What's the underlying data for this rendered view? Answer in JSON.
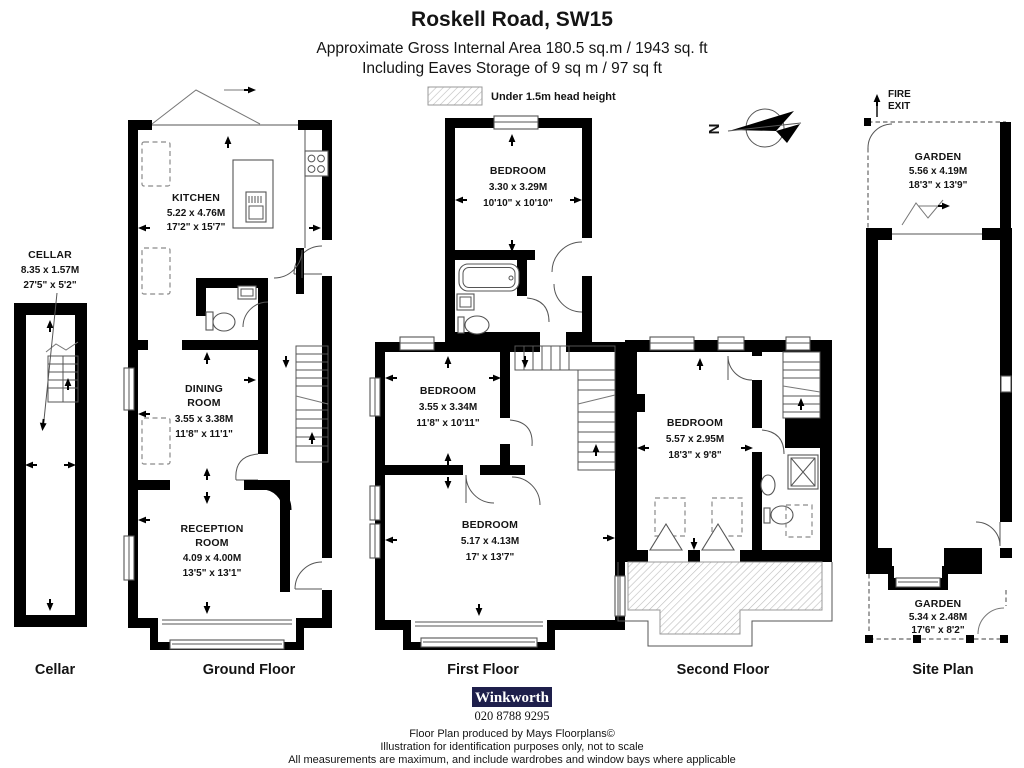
{
  "header": {
    "title": "Roskell Road, SW15",
    "area_line": "Approximate Gross Internal Area 180.5 sq.m  /  1943 sq. ft",
    "eaves_line": "Including Eaves Storage of  9 sq m  /  97 sq ft",
    "legend_label": "Under 1.5m head height"
  },
  "compass": {
    "north": "N"
  },
  "cellar": {
    "floor_label": "Cellar",
    "room": {
      "name": "CELLAR",
      "metric": "8.35 x 1.57M",
      "imperial": "27'5\" x 5'2\""
    }
  },
  "ground": {
    "floor_label": "Ground Floor",
    "kitchen": {
      "name": "KITCHEN",
      "metric": "5.22 x 4.76M",
      "imperial": "17'2\" x 15'7\""
    },
    "dining": {
      "line1": "DINING",
      "line2": "ROOM",
      "metric": "3.55 x 3.38M",
      "imperial": "11'8\" x 11'1\""
    },
    "reception": {
      "line1": "RECEPTION",
      "line2": "ROOM",
      "metric": "4.09 x 4.00M",
      "imperial": "13'5\" x 13'1\""
    }
  },
  "first": {
    "floor_label": "First Floor",
    "bedroom_top": {
      "name": "BEDROOM",
      "metric": "3.30 x 3.29M",
      "imperial": "10'10\" x 10'10\""
    },
    "bedroom_mid": {
      "name": "BEDROOM",
      "metric": "3.55 x 3.34M",
      "imperial": "11'8\" x 10'11\""
    },
    "bedroom_front": {
      "name": "BEDROOM",
      "metric": "5.17 x 4.13M",
      "imperial": "17' x 13'7\""
    }
  },
  "second": {
    "floor_label": "Second Floor",
    "bedroom": {
      "name": "BEDROOM",
      "metric": "5.57 x 2.95M",
      "imperial": "18'3\" x 9'8\""
    }
  },
  "site": {
    "floor_label": "Site Plan",
    "fire_line1": "FIRE",
    "fire_line2": "EXIT",
    "garden_rear": {
      "name": "GARDEN",
      "metric": "5.56 x 4.19M",
      "imperial": "18'3\" x 13'9\""
    },
    "garden_front": {
      "name": "GARDEN",
      "metric": "5.34 x 2.48M",
      "imperial": "17'6\" x 8'2\""
    }
  },
  "footer": {
    "brand": "Winkworth",
    "phone": "020 8788 9295",
    "credit_line1": "Floor Plan produced by Mays Floorplans©",
    "credit_line2": "Illustration for identification purposes only, not to scale",
    "credit_line3": "All measurements are maximum, and include wardrobes and window bays where applicable"
  },
  "colors": {
    "wall": "#000000",
    "brand_bg": "#1e1f4b",
    "hatch_line": "#bcbcbc"
  }
}
